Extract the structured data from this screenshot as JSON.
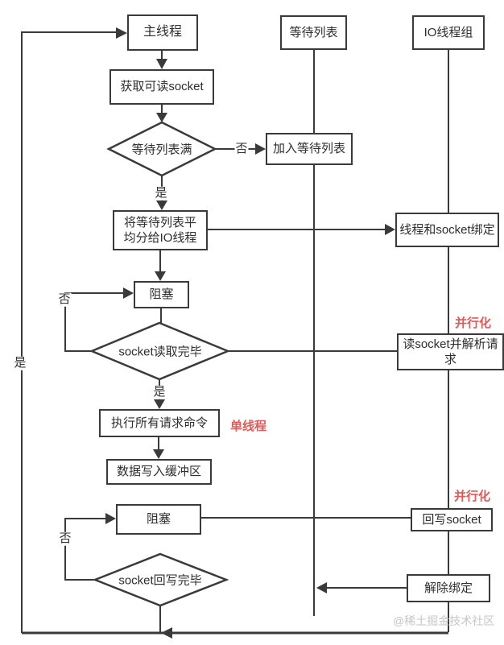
{
  "diagram": {
    "nodes": {
      "main_thread": "主线程",
      "get_readable_socket": "获取可读socket",
      "wait_list": "等待列表",
      "io_thread_group": "IO线程组",
      "join_wait_list": "加入等待列表",
      "distribute": "将等待列表平均分给IO线程",
      "bind_thread_socket": "线程和socket绑定",
      "block1": "阻塞",
      "read_parse": "读socket并解析请求",
      "execute_commands": "执行所有请求命令",
      "write_buffer": "数据写入缓冲区",
      "block2": "阻塞",
      "write_back_socket": "回写socket",
      "unbind": "解除绑定"
    },
    "decisions": {
      "wait_list_full": "等待列表满",
      "socket_read_done": "socket读取完毕",
      "socket_write_done": "socket回写完毕"
    },
    "edge_labels": {
      "no1": "否",
      "yes1": "是",
      "no2": "否",
      "yes_left": "是",
      "yes2": "是",
      "no3": "否"
    },
    "annotations": {
      "parallel1": "并行化",
      "single_thread": "单线程",
      "parallel2": "并行化"
    },
    "colors": {
      "line": "#3a3a3a",
      "annotation_red": "#e05a5a",
      "watermark_gray": "#c6c6c6"
    },
    "watermark": "@稀土掘金技术社区"
  }
}
